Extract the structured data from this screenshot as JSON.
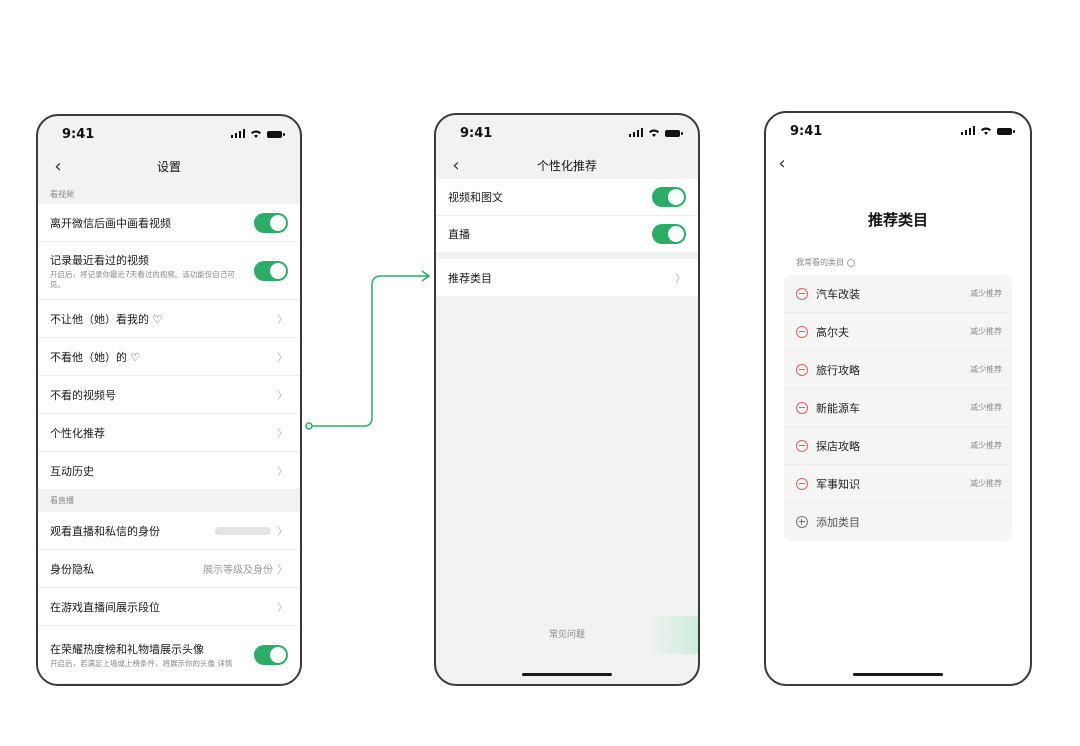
{
  "status_time": "9:41",
  "screen1": {
    "title": "设置",
    "section_watch": "看视频",
    "rows_top": [
      {
        "label": "离开微信后画中画看视频",
        "type": "toggle"
      }
    ],
    "history_row": {
      "label": "记录最近看过的视频",
      "sub": "开启后，将记录你最近7天看过的视频。该功能仅自己可见。"
    },
    "rows_mid": [
      {
        "label": "不让他（她）看我的 ♡"
      },
      {
        "label": "不看他（她）的 ♡"
      },
      {
        "label": "不看的视频号"
      },
      {
        "label": "个性化推荐"
      },
      {
        "label": "互动历史"
      }
    ],
    "section_live": "看直播",
    "identity_row": {
      "label": "观看直播和私信的身份"
    },
    "privacy_row": {
      "label": "身份隐私",
      "value": "展示等级及身份"
    },
    "game_row": {
      "label": "在游戏直播间展示段位"
    },
    "honor_row": {
      "label": "在荣耀热度榜和礼物墙展示头像",
      "sub": "开启后，若满足上墙或上榜条件，将展示你的头像 详情"
    }
  },
  "screen2": {
    "title": "个性化推荐",
    "toggle_rows": [
      {
        "label": "视频和图文"
      },
      {
        "label": "直播"
      }
    ],
    "category_row": {
      "label": "推荐类目"
    },
    "faq": "常见问题"
  },
  "screen3": {
    "title": "推荐类目",
    "section": "我常看的类目",
    "categories": [
      {
        "name": "汽车改装",
        "action": "减少推荐"
      },
      {
        "name": "高尔夫",
        "action": "减少推荐"
      },
      {
        "name": "旅行攻略",
        "action": "减少推荐"
      },
      {
        "name": "新能源车",
        "action": "减少推荐"
      },
      {
        "name": "探店攻略",
        "action": "减少推荐"
      },
      {
        "name": "军事知识",
        "action": "减少推荐"
      }
    ],
    "add_label": "添加类目"
  },
  "colors": {
    "toggle_on": "#2aae67",
    "connector": "#2aae67",
    "remove_icon": "#e06060"
  },
  "icons": {
    "back": "chevron-left-icon",
    "chevron": "chevron-right-icon",
    "signal": "signal-icon",
    "wifi": "wifi-icon",
    "battery": "battery-icon"
  }
}
